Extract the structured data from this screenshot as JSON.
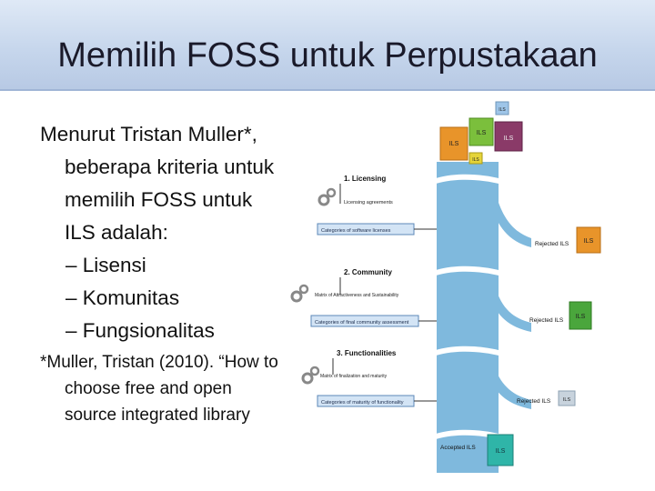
{
  "slide": {
    "title": "Memilih FOSS untuk Perpustakaan",
    "intro": "Menurut Tristan Muller*, beberapa kriteria untuk memilih FOSS untuk ILS adalah:",
    "bullets": [
      "– Lisensi",
      "– Komunitas",
      "– Fungsionalitas"
    ],
    "citation": "*Muller, Tristan (2010). “How to choose free and open source integrated library"
  },
  "figure": {
    "box_label": "ILS",
    "stages": [
      {
        "title": "1. Licensing",
        "item": "Licensing agreements",
        "category": "Categories of software licenses",
        "reject": "Rejected ILS"
      },
      {
        "title": "2. Community",
        "item": "Matrix of Attractiveness and Sustainability",
        "category": "Categories of final community assessment",
        "reject": "Rejected ILS"
      },
      {
        "title": "3. Functionalities",
        "item": "Matrix of finalization and maturity",
        "category": "Categories of maturity of functionality",
        "reject": "Rejected ILS"
      }
    ],
    "accepted": "Accepted ILS",
    "colors": {
      "funnel": "#7fb9dd",
      "box_orange": "#e8942a",
      "box_green": "#7bbf3c",
      "box_purple": "#8a3a68",
      "box_yellow": "#e5d43a",
      "box_blue": "#9ec5e8",
      "box_teal": "#2fb5a8",
      "box_red": "#c23b3b",
      "box_green_dark": "#4aa63c",
      "box_gray": "#c8d3dd"
    }
  }
}
